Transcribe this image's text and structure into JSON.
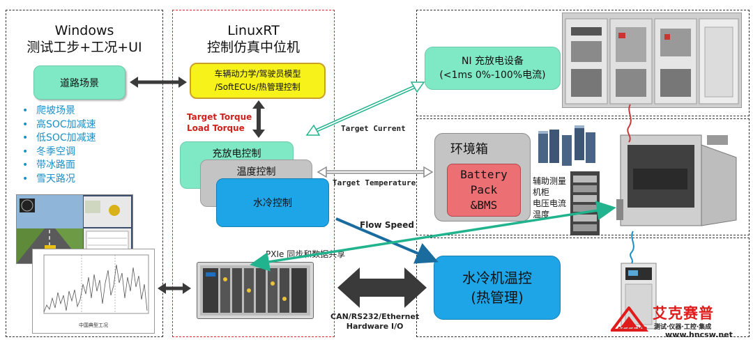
{
  "colors": {
    "mint": "#7fe8c4",
    "yellow": "#f7f21a",
    "gray": "#c4c4c4",
    "blue": "#1ea5e8",
    "pink": "#ec6f73",
    "teal_arrow": "#21b38e",
    "red_text": "#d0201a",
    "bullet_blue": "#1a8fc6"
  },
  "windows_panel": {
    "title_line1": "Windows",
    "title_line2": "测试工步+工况+UI",
    "road_scene": "道路场景",
    "scenarios": [
      "爬坡场景",
      "高SOC加减速",
      "低SOC加减速",
      "冬季空调",
      "带冰路面",
      "雪天路况"
    ],
    "plot_caption": "中国典型工况"
  },
  "linux_panel": {
    "title_line1": "LinuxRT",
    "title_line2": "控制仿真中位机",
    "vehicle_model": "车辆动力学/驾驶员模型\n/SoftECUs/热管理控制",
    "torque_line1": "Target Torque",
    "torque_line2": "Load Torque",
    "charge_control": "充放电控制",
    "temp_control": "温度控制",
    "water_control": "水冷控制"
  },
  "right_panel": {
    "ni_device_line1": "NI 充放电设备",
    "ni_device_line2": "(<1ms 0%-100%电流)",
    "env_chamber": "环境箱",
    "battery_line1": "Battery",
    "battery_line2": "Pack",
    "battery_line3": "&BMS",
    "aux_line1": "辅助测量",
    "aux_line2": "机柜",
    "aux_line3": "电压电流",
    "aux_line4": "温度",
    "chiller_line1": "水冷机温控",
    "chiller_line2": "(热管理)"
  },
  "arrow_labels": {
    "target_current": "Target Current",
    "target_temperature": "Target Temperature",
    "flow_speed": "Flow Speed",
    "pxie_sync": "PXIe 同步和数据共享",
    "can_line1": "CAN/RS232/Ethernet",
    "can_line2": "Hardware I/O"
  },
  "watermark": {
    "brand": "艾克赛普",
    "slogan": "测试·仪器·工控·集成",
    "url": "www.hncsw.net",
    "logo_text": "ACCEXP"
  }
}
